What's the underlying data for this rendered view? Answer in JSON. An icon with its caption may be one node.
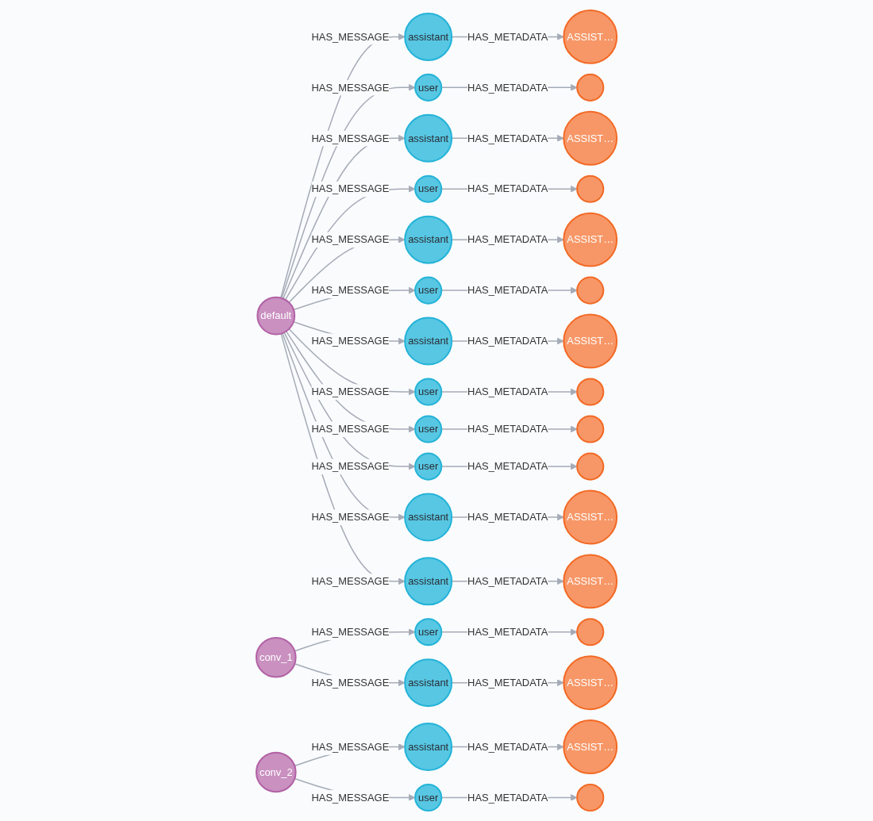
{
  "diagram": {
    "nodes": [
      {
        "text": [
          "default"
        ]
      },
      {
        "text": [
          "conv_1"
        ]
      },
      {
        "text": [
          "conv_2"
        ]
      },
      {
        "text": [
          "assistant"
        ]
      },
      {
        "text": [
          "user"
        ]
      },
      {
        "text": [
          "assistant"
        ]
      },
      {
        "text": [
          "user"
        ]
      },
      {
        "text": [
          "assistant"
        ]
      },
      {
        "text": [
          "user"
        ]
      },
      {
        "text": [
          "assistant"
        ]
      },
      {
        "text": [
          "user"
        ]
      },
      {
        "text": [
          "user"
        ]
      },
      {
        "text": [
          "user"
        ]
      },
      {
        "text": [
          "assistant"
        ]
      },
      {
        "text": [
          "assistant"
        ]
      },
      {
        "text": [
          "user"
        ]
      },
      {
        "text": [
          "assistant"
        ]
      },
      {
        "text": [
          "assistant"
        ]
      },
      {
        "text": [
          "user"
        ]
      },
      {
        "text": [
          "ASSIST…"
        ]
      },
      {
        "text": [],
        "shape": "circle"
      },
      {
        "text": [
          "ASSIST…"
        ]
      },
      {
        "text": [],
        "shape": "circle"
      },
      {
        "text": [
          "ASSIST…"
        ]
      },
      {
        "text": [],
        "shape": "circle"
      },
      {
        "text": [
          "ASSIST…"
        ]
      },
      {
        "text": [],
        "shape": "circle"
      },
      {
        "text": [],
        "shape": "circle"
      },
      {
        "text": [],
        "shape": "circle"
      },
      {
        "text": [
          "ASSIST…"
        ]
      },
      {
        "text": [
          "ASSIST…"
        ]
      },
      {
        "text": [],
        "shape": "circle"
      },
      {
        "text": [
          "ASSIST…"
        ]
      },
      {
        "text": [
          "ASSIST…"
        ]
      },
      {
        "text": [],
        "shape": "circle"
      }
    ],
    "edges": [
      {
        "from": 0,
        "to": 3,
        "arrow": "to",
        "label": "HAS_MESSAGE"
      },
      {
        "from": 0,
        "to": 4,
        "arrow": "to",
        "label": "HAS_MESSAGE"
      },
      {
        "from": 0,
        "to": 5,
        "arrow": "to",
        "label": "HAS_MESSAGE"
      },
      {
        "from": 0,
        "to": 6,
        "arrow": "to",
        "label": "HAS_MESSAGE"
      },
      {
        "from": 0,
        "to": 7,
        "arrow": "to",
        "label": "HAS_MESSAGE"
      },
      {
        "from": 0,
        "to": 8,
        "arrow": "to",
        "label": "HAS_MESSAGE"
      },
      {
        "from": 0,
        "to": 9,
        "arrow": "to",
        "label": "HAS_MESSAGE"
      },
      {
        "from": 0,
        "to": 10,
        "arrow": "to",
        "label": "HAS_MESSAGE"
      },
      {
        "from": 0,
        "to": 11,
        "arrow": "to",
        "label": "HAS_MESSAGE"
      },
      {
        "from": 0,
        "to": 12,
        "arrow": "to",
        "label": "HAS_MESSAGE"
      },
      {
        "from": 0,
        "to": 13,
        "arrow": "to",
        "label": "HAS_MESSAGE"
      },
      {
        "from": 0,
        "to": 14,
        "arrow": "to",
        "label": "HAS_MESSAGE"
      },
      {
        "from": 1,
        "to": 15,
        "arrow": "to",
        "label": "HAS_MESSAGE"
      },
      {
        "from": 1,
        "to": 16,
        "arrow": "to",
        "label": "HAS_MESSAGE"
      },
      {
        "from": 2,
        "to": 17,
        "arrow": "to",
        "label": "HAS_MESSAGE"
      },
      {
        "from": 2,
        "to": 18,
        "arrow": "to",
        "label": "HAS_MESSAGE"
      },
      {
        "from": 3,
        "to": 19,
        "arrow": "to",
        "label": "HAS_METADATA"
      },
      {
        "from": 4,
        "to": 20,
        "arrow": "to",
        "label": "HAS_METADATA"
      },
      {
        "from": 5,
        "to": 21,
        "arrow": "to",
        "label": "HAS_METADATA"
      },
      {
        "from": 6,
        "to": 22,
        "arrow": "to",
        "label": "HAS_METADATA"
      },
      {
        "from": 7,
        "to": 23,
        "arrow": "to",
        "label": "HAS_METADATA"
      },
      {
        "from": 8,
        "to": 24,
        "arrow": "to",
        "label": "HAS_METADATA"
      },
      {
        "from": 9,
        "to": 25,
        "arrow": "to",
        "label": "HAS_METADATA"
      },
      {
        "from": 10,
        "to": 26,
        "arrow": "to",
        "label": "HAS_METADATA"
      },
      {
        "from": 11,
        "to": 27,
        "arrow": "to",
        "label": "HAS_METADATA"
      },
      {
        "from": 12,
        "to": 28,
        "arrow": "to",
        "label": "HAS_METADATA"
      },
      {
        "from": 13,
        "to": 29,
        "arrow": "to",
        "label": "HAS_METADATA"
      },
      {
        "from": 14,
        "to": 30,
        "arrow": "to",
        "label": "HAS_METADATA"
      },
      {
        "from": 15,
        "to": 31,
        "arrow": "to",
        "label": "HAS_METADATA"
      },
      {
        "from": 16,
        "to": 32,
        "arrow": "to",
        "label": "HAS_METADATA"
      },
      {
        "from": 17,
        "to": 33,
        "arrow": "to",
        "label": "HAS_METADATA"
      },
      {
        "from": 18,
        "to": 34,
        "arrow": "to",
        "label": "HAS_METADATA"
      }
    ]
  }
}
